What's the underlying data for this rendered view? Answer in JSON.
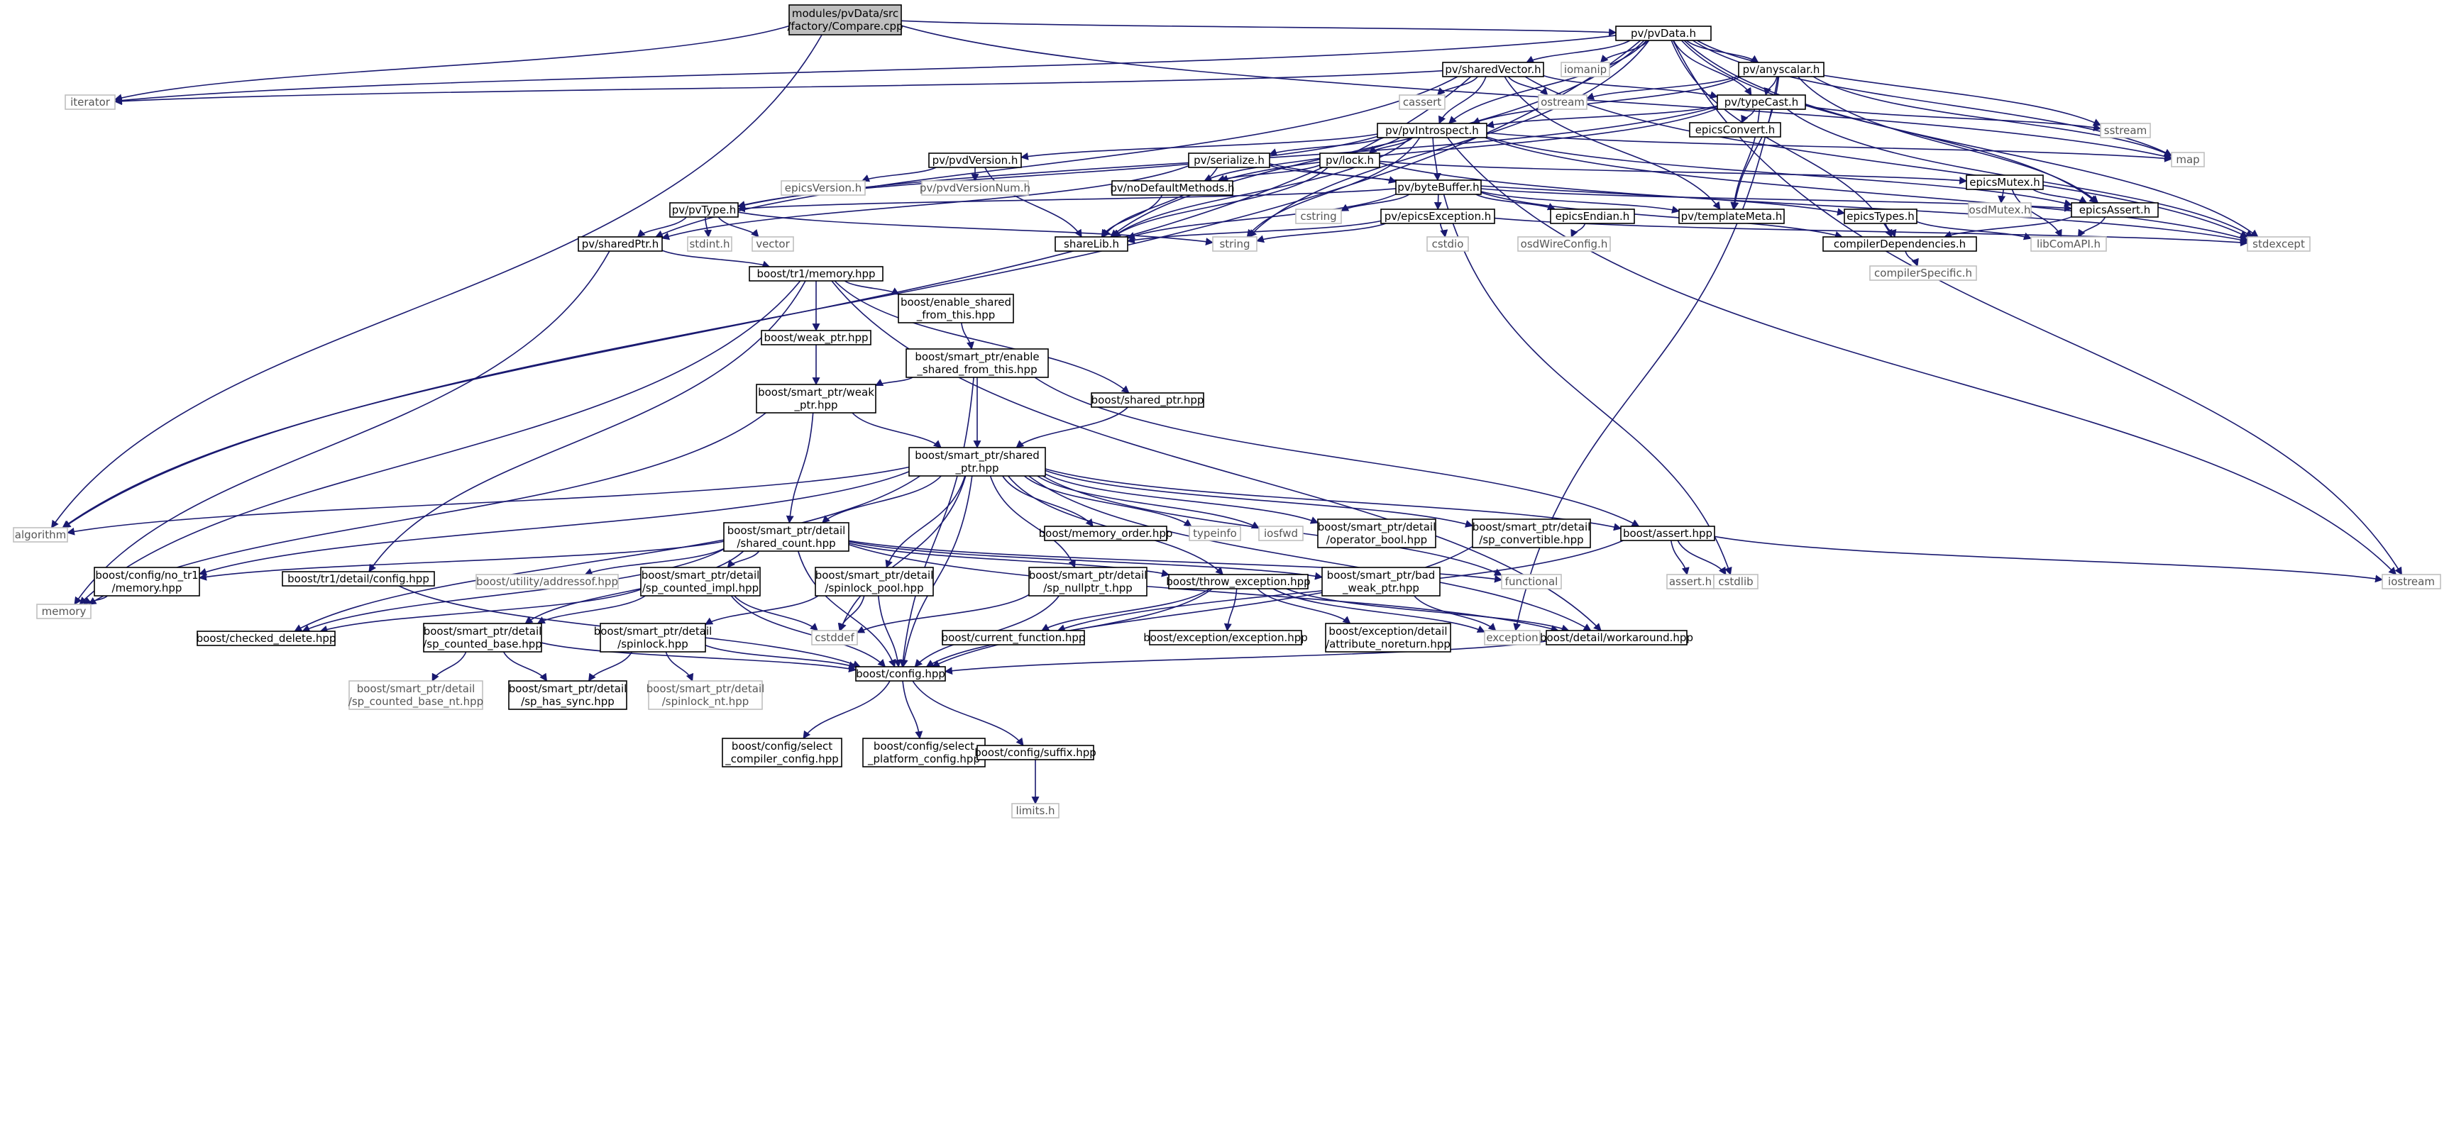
{
  "diagram": {
    "colors": {
      "edge": "#191970",
      "root_fill": "#bfbfbf",
      "node_border": "#000000",
      "external_border": "#bfbfbf",
      "external_text": "#555555"
    },
    "nodes": {
      "root": [
        "modules/pvData/src",
        "/factory/Compare.cpp"
      ],
      "pvData": [
        "pv/pvData.h"
      ],
      "iomanip": [
        "iomanip"
      ],
      "pvAnyscalar": [
        "pv/anyscalar.h"
      ],
      "pvSharedVector": [
        "pv/sharedVector.h"
      ],
      "iterator": [
        "iterator"
      ],
      "cassert": [
        "cassert"
      ],
      "ostream": [
        "ostream"
      ],
      "pvTypeCast": [
        "pv/typeCast.h"
      ],
      "sstream": [
        "sstream"
      ],
      "epicsConvert": [
        "epicsConvert.h"
      ],
      "pvIntrospect": [
        "pv/pvIntrospect.h"
      ],
      "map": [
        "map"
      ],
      "pvdVersion": [
        "pv/pvdVersion.h"
      ],
      "pvSerialize": [
        "pv/serialize.h"
      ],
      "pvLock": [
        "pv/lock.h"
      ],
      "epicsMutex": [
        "epicsMutex.h"
      ],
      "epicsVersion": [
        "epicsVersion.h"
      ],
      "pvdVersionNum": [
        "pv/pvdVersionNum.h"
      ],
      "noDefault": [
        "pv/noDefaultMethods.h"
      ],
      "byteBuffer": [
        "pv/byteBuffer.h"
      ],
      "osdMutex": [
        "osdMutex.h"
      ],
      "epicsAssert": [
        "epicsAssert.h"
      ],
      "pvType": [
        "pv/pvType.h"
      ],
      "cstring": [
        "cstring"
      ],
      "epicsException": [
        "pv/epicsException.h"
      ],
      "epicsEndian": [
        "epicsEndian.h"
      ],
      "templateMeta": [
        "pv/templateMeta.h"
      ],
      "epicsTypes": [
        "epicsTypes.h"
      ],
      "sharedPtr": [
        "pv/sharedPtr.h"
      ],
      "stdint": [
        "stdint.h"
      ],
      "vector": [
        "vector"
      ],
      "shareLib": [
        "shareLib.h"
      ],
      "string": [
        "string"
      ],
      "cstdio": [
        "cstdio"
      ],
      "osdWireConfig": [
        "osdWireConfig.h"
      ],
      "compilerDep": [
        "compilerDependencies.h"
      ],
      "libComAPI": [
        "libComAPI.h"
      ],
      "stdexcept": [
        "stdexcept"
      ],
      "compilerSpecific": [
        "compilerSpecific.h"
      ],
      "tr1Memory": [
        "boost/tr1/memory.hpp"
      ],
      "enableShared": [
        "boost/enable_shared",
        "_from_this.hpp"
      ],
      "weakPtrHpp": [
        "boost/weak_ptr.hpp"
      ],
      "spEnableShared": [
        "boost/smart_ptr/enable",
        "_shared_from_this.hpp"
      ],
      "spWeakPtr": [
        "boost/smart_ptr/weak",
        "_ptr.hpp"
      ],
      "sharedPtrHpp": [
        "boost/shared_ptr.hpp"
      ],
      "spSharedPtr": [
        "boost/smart_ptr/shared",
        "_ptr.hpp"
      ],
      "algorithm": [
        "algorithm"
      ],
      "spSharedCount": [
        "boost/smart_ptr/detail",
        "/shared_count.hpp"
      ],
      "memoryOrder": [
        "boost/memory_order.hpp"
      ],
      "typeinfo": [
        "typeinfo"
      ],
      "iosfwd": [
        "iosfwd"
      ],
      "operatorBool": [
        "boost/smart_ptr/detail",
        "/operator_bool.hpp"
      ],
      "spConvertible": [
        "boost/smart_ptr/detail",
        "/sp_convertible.hpp"
      ],
      "boostAssert": [
        "boost/assert.hpp"
      ],
      "configNoTr1": [
        "boost/config/no_tr1",
        "/memory.hpp"
      ],
      "tr1DetailConfig": [
        "boost/tr1/detail/config.hpp"
      ],
      "utilAddressof": [
        "boost/utility/addressof.hpp"
      ],
      "spCountedImpl": [
        "boost/smart_ptr/detail",
        "/sp_counted_impl.hpp"
      ],
      "spinlockPool": [
        "boost/smart_ptr/detail",
        "/spinlock_pool.hpp"
      ],
      "spNullptr": [
        "boost/smart_ptr/detail",
        "/sp_nullptr_t.hpp"
      ],
      "throwException": [
        "boost/throw_exception.hpp"
      ],
      "badWeakPtr": [
        "boost/smart_ptr/bad",
        "_weak_ptr.hpp"
      ],
      "functional": [
        "functional"
      ],
      "assertH": [
        "assert.h"
      ],
      "cstdlib": [
        "cstdlib"
      ],
      "iostream": [
        "iostream"
      ],
      "memory": [
        "memory"
      ],
      "checkedDelete": [
        "boost/checked_delete.hpp"
      ],
      "spCountedBase": [
        "boost/smart_ptr/detail",
        "/sp_counted_base.hpp"
      ],
      "spSpinlock": [
        "boost/smart_ptr/detail",
        "/spinlock.hpp"
      ],
      "cstddef": [
        "cstddef"
      ],
      "currentFunction": [
        "boost/current_function.hpp"
      ],
      "exceptionHpp": [
        "boost/exception/exception.hpp"
      ],
      "attrNoreturn": [
        "boost/exception/detail",
        "/attribute_noreturn.hpp"
      ],
      "exception": [
        "exception"
      ],
      "workaround": [
        "boost/detail/workaround.hpp"
      ],
      "spCountedBaseNt": [
        "boost/smart_ptr/detail",
        "/sp_counted_base_nt.hpp"
      ],
      "spHasSync": [
        "boost/smart_ptr/detail",
        "/sp_has_sync.hpp"
      ],
      "spinlockNt": [
        "boost/smart_ptr/detail",
        "/spinlock_nt.hpp"
      ],
      "boostConfig": [
        "boost/config.hpp"
      ],
      "selectCompiler": [
        "boost/config/select",
        "_compiler_config.hpp"
      ],
      "selectPlatform": [
        "boost/config/select",
        "_platform_config.hpp"
      ],
      "suffix": [
        "boost/config/suffix.hpp"
      ],
      "limits": [
        "limits.h"
      ]
    }
  }
}
